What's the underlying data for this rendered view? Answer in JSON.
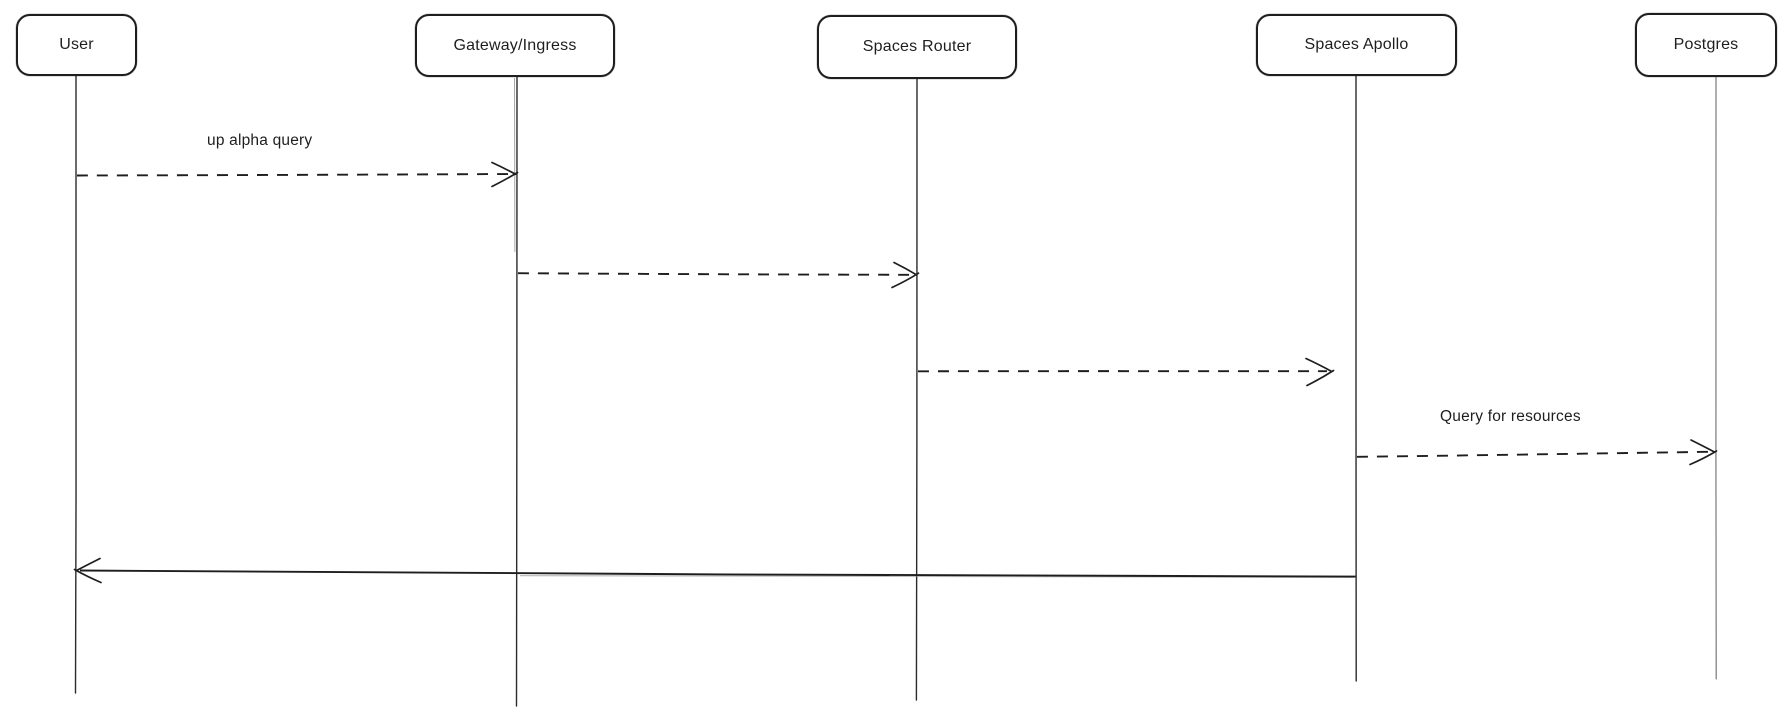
{
  "diagram": {
    "type": "sequence-diagram",
    "style": "hand-drawn",
    "colors": {
      "background": "#ffffff",
      "stroke": "#1e1e1e"
    },
    "actors": [
      {
        "name": "User"
      },
      {
        "name": "Gateway/Ingress"
      },
      {
        "name": "Spaces Router"
      },
      {
        "name": "Spaces Apollo"
      },
      {
        "name": "Postgres"
      }
    ],
    "messages": [
      {
        "from": "User",
        "to": "Gateway/Ingress",
        "label": "up alpha query",
        "line_style": "dashed",
        "direction": "right"
      },
      {
        "from": "Gateway/Ingress",
        "to": "Spaces Router",
        "label": "",
        "line_style": "dashed",
        "direction": "right"
      },
      {
        "from": "Spaces Router",
        "to": "Spaces Apollo",
        "label": "",
        "line_style": "dashed",
        "direction": "right"
      },
      {
        "from": "Spaces Apollo",
        "to": "Postgres",
        "label": "Query for resources",
        "line_style": "dashed",
        "direction": "right"
      },
      {
        "from": "Spaces Apollo",
        "to": "User",
        "label": "",
        "line_style": "solid",
        "direction": "left"
      }
    ]
  }
}
